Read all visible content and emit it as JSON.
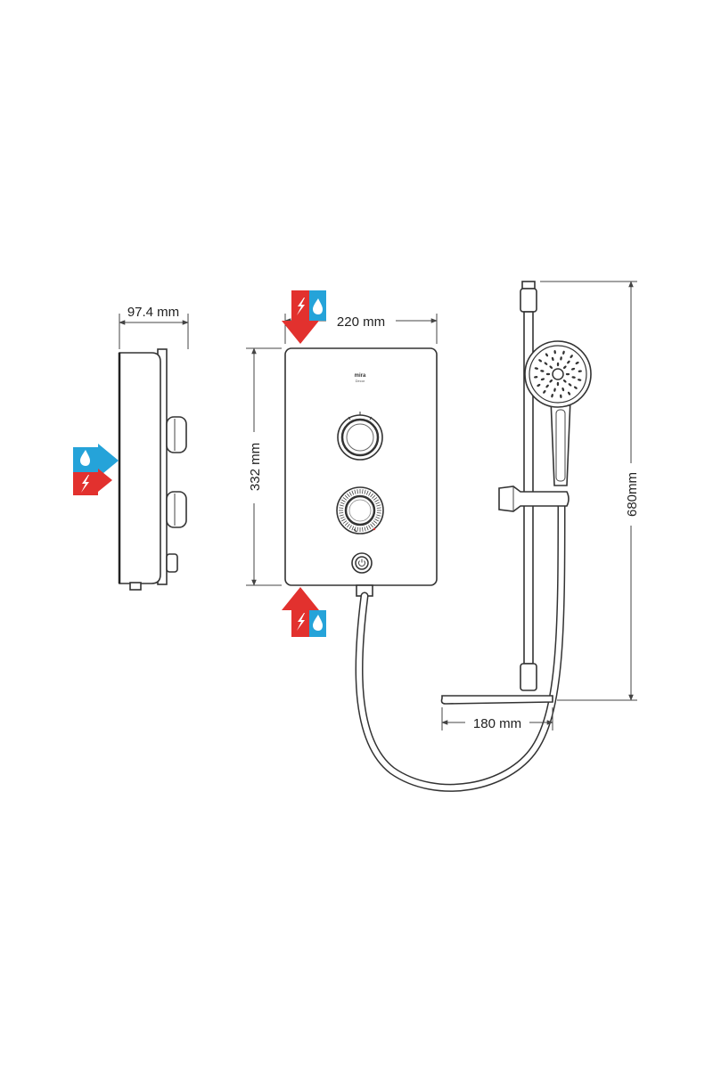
{
  "dimensions": {
    "depth": "97.4 mm",
    "width": "220 mm",
    "height": "332 mm",
    "rail_height": "680mm",
    "soap_dish_width": "180 mm"
  },
  "unit_face": {
    "brand": "mira",
    "model": "Decor"
  },
  "icons": {
    "water": "water-drop-icon",
    "power": "electric-bolt-icon",
    "power_button": "power-icon"
  },
  "colors": {
    "power_arrow": "#e2312e",
    "water_arrow": "#25a3d9",
    "line": "#333333"
  }
}
